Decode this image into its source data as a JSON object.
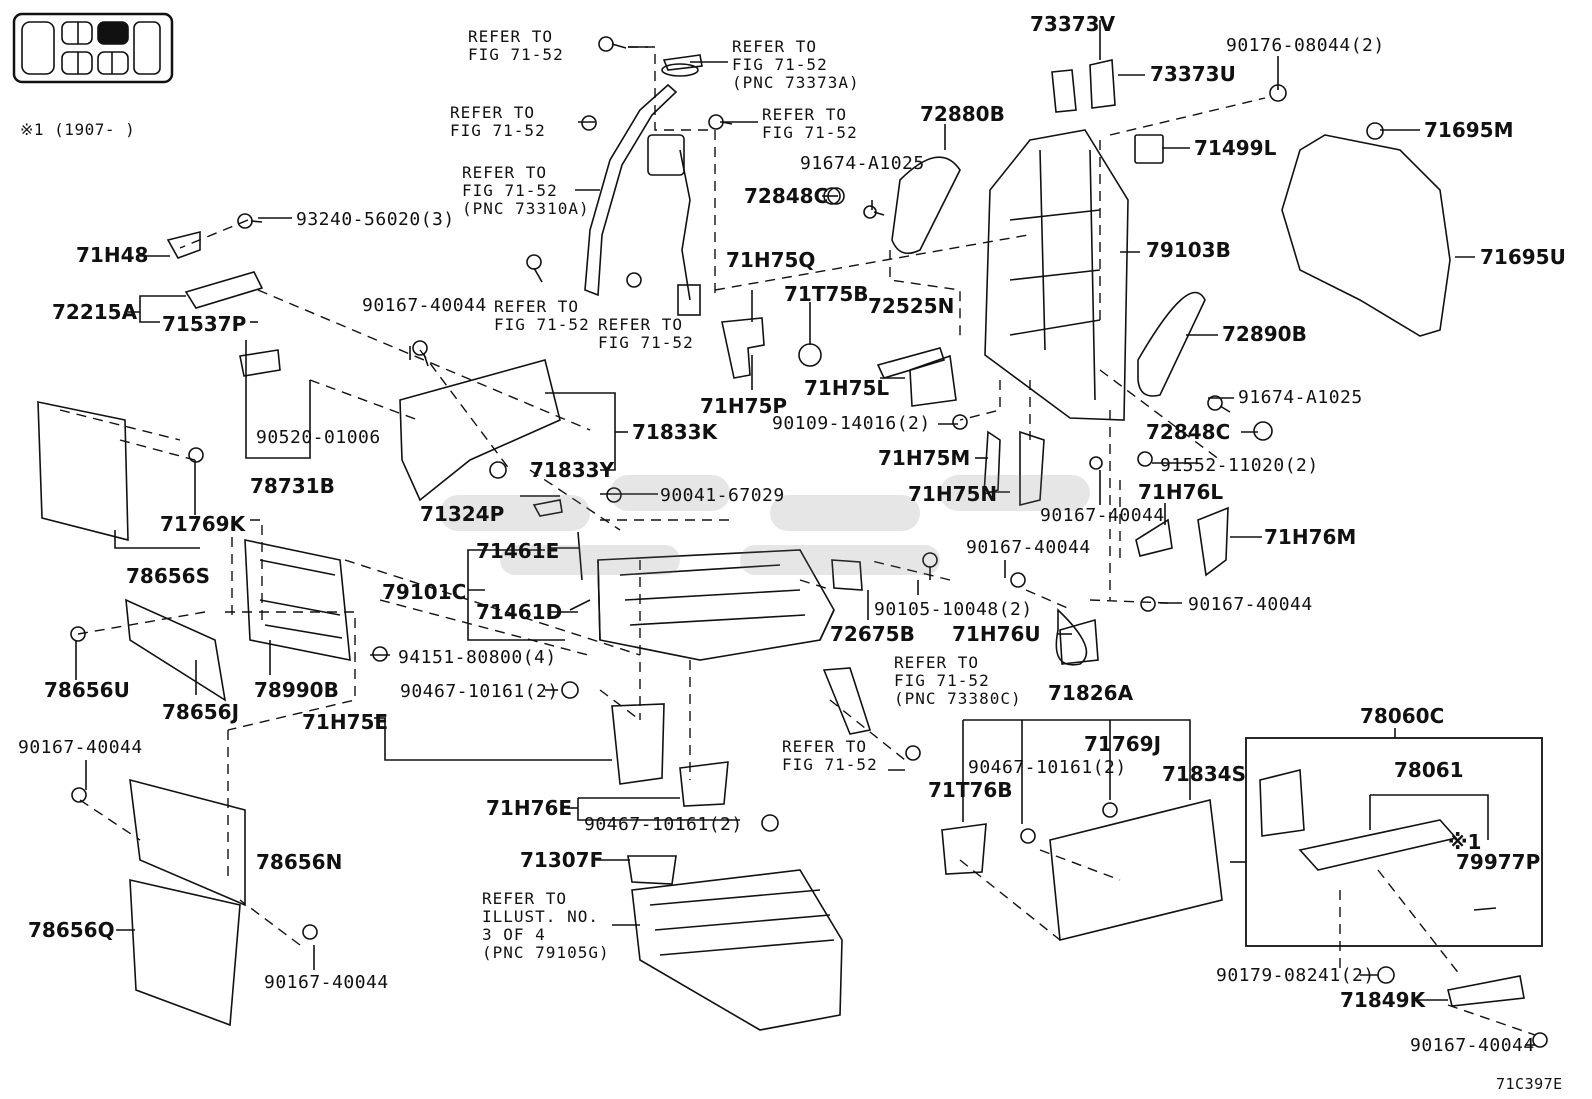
{
  "diagram": {
    "footnote": "※1 (1907-    )",
    "figure_code": "71C397E",
    "refs": {
      "r1": "REFER TO\nFIG 71-52",
      "r2": "REFER TO\nFIG 71-52\n(PNC 73373A)",
      "r3": "REFER TO\nFIG 71-52",
      "r4": "REFER TO\nFIG 71-52",
      "r5": "REFER TO\nFIG 71-52\n(PNC 73310A)",
      "r6": "REFER TO\nFIG 71-52",
      "r7": "REFER TO\nFIG 71-52",
      "r8": "REFER TO\nFIG 71-52\n(PNC 73380C)",
      "r9": "REFER TO\nFIG 71-52",
      "r10": "REFER TO\nILLUST. NO.\n3 OF 4\n(PNC 79105G)"
    },
    "parts": {
      "p73373V": "73373V",
      "p73373U": "73373U",
      "p90176": "90176-08044(2)",
      "p71499L": "71499L",
      "p71695M": "71695M",
      "p71695U": "71695U",
      "p72880B": "72880B",
      "p91674a": "91674-A1025",
      "p72848Ca": "72848C",
      "p79103B": "79103B",
      "p93240": "93240-56020(3)",
      "p71H48": "71H48",
      "p72215A": "72215A",
      "p71537P": "71537P",
      "p90167a": "90167-40044",
      "p71H75Q": "71H75Q",
      "p71T75B": "71T75B",
      "p72525N": "72525N",
      "p72890B": "72890B",
      "p71H75L": "71H75L",
      "p71H75P": "71H75P",
      "p91674b": "91674-A1025",
      "p90109": "90109-14016(2)",
      "p72848Cb": "72848C",
      "p90520": "90520-01006",
      "p71833K": "71833K",
      "p78731B": "78731B",
      "p71833Y": "71833Y",
      "p71H75M": "71H75M",
      "p91552": "91552-11020(2)",
      "p71769K": "71769K",
      "p90041": "90041-67029",
      "p71H75N": "71H75N",
      "p71H76L": "71H76L",
      "p71324P": "71324P",
      "p90167b": "90167-40044",
      "p71H76M": "71H76M",
      "p78656S": "78656S",
      "p71461E": "71461E",
      "p90167c": "90167-40044",
      "p79101C": "79101C",
      "p71461D": "71461D",
      "p90105": "90105-10048(2)",
      "p90167d": "90167-40044",
      "p72675B": "72675B",
      "p71H76U": "71H76U",
      "p94151": "94151-80800(4)",
      "p78656U": "78656U",
      "p78990B": "78990B",
      "p78656J": "78656J",
      "p90467a": "90467-10161(2)",
      "p71826A": "71826A",
      "p78060C": "78060C",
      "p71H75E": "71H75E",
      "p90167e": "90167-40044",
      "p71769J": "71769J",
      "p90467b": "90467-10161(2)",
      "p78061": "78061",
      "p71834S": "71834S",
      "p71T76B": "71T76B",
      "p71H76E": "71H76E",
      "p90467c": "90467-10161(2)",
      "p78656N": "78656N",
      "p79977P": "79977P",
      "star1": "※1",
      "p71307F": "71307F",
      "p78656Q": "78656Q",
      "p90167f": "90167-40044",
      "p90179": "90179-08241(2)",
      "p71849K": "71849K",
      "p90167g": "90167-40044"
    }
  }
}
